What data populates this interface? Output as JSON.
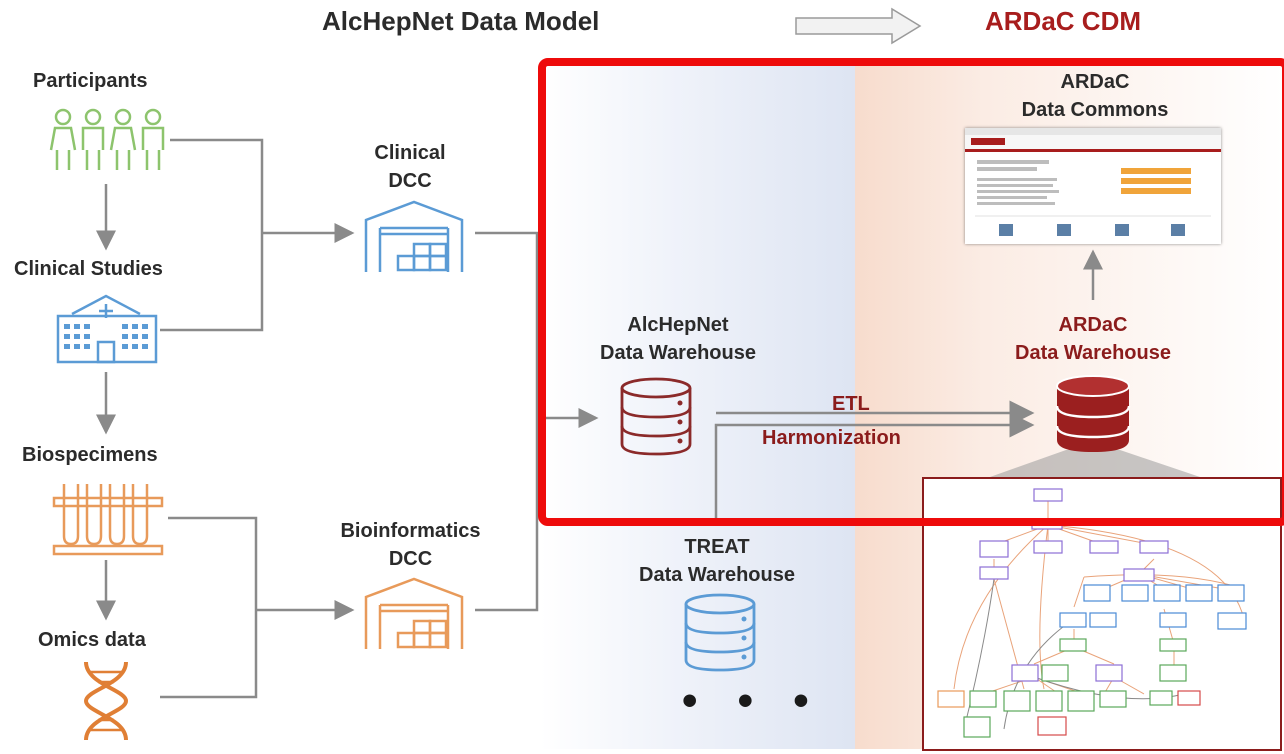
{
  "header": {
    "left_title": "AlcHepNet Data Model",
    "right_title": "ARDaC CDM"
  },
  "sources": {
    "participants": "Participants",
    "clinical_studies": "Clinical Studies",
    "biospecimens": "Biospecimens",
    "omics": "Omics data"
  },
  "dcc": {
    "clinical": [
      "Clinical",
      "DCC"
    ],
    "bioinformatics": [
      "Bioinformatics",
      "DCC"
    ]
  },
  "warehouses": {
    "alchepnet": [
      "AlcHepNet",
      "Data Warehouse"
    ],
    "treat": [
      "TREAT",
      "Data Warehouse"
    ],
    "ardac": [
      "ARDaC",
      "Data Warehouse"
    ],
    "more": "• • •"
  },
  "commons": [
    "ARDaC",
    "Data Commons"
  ],
  "etl": {
    "etl_label": "ETL",
    "harmonization_label": "Harmonization"
  },
  "colors": {
    "participants_green": "#8dc46d",
    "clinical_blue": "#5b9bd5",
    "orange": "#e89a5a",
    "dark_red": "#8b1c1c",
    "highlight_red": "#ee0b0b",
    "arrow_gray": "#8a8a8a"
  },
  "icons": {
    "participants": "people-icon",
    "clinical_studies": "hospital-icon",
    "biospecimens": "test-tubes-icon",
    "omics": "dna-icon",
    "dcc": "warehouse-icon",
    "database": "database-icon"
  }
}
